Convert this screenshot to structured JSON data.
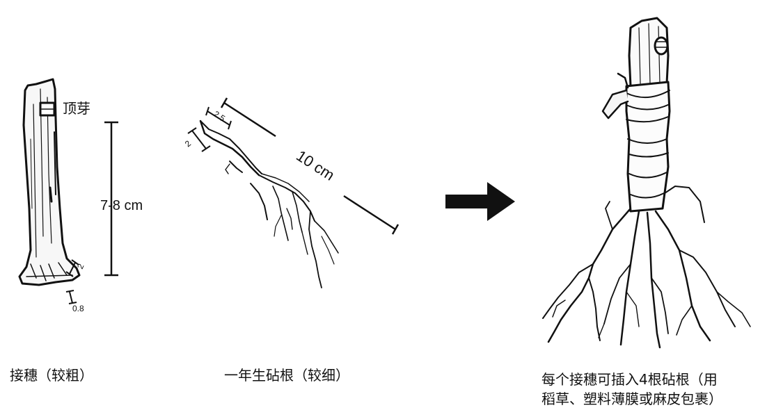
{
  "scion": {
    "bud_label": "顶芽",
    "length_label": "7-8 cm",
    "base_dim_a": "2",
    "base_dim_b": "0.8",
    "caption": "接穗（较粗）"
  },
  "rootstock": {
    "length_label": "10 cm",
    "tip_dim_a": "2.5",
    "tip_dim_b": "2",
    "caption": "一年生砧根（较细）"
  },
  "result": {
    "caption_line1": "每个接穗可插入4根砧根（用",
    "caption_line2": "稻草、塑料薄膜或麻皮包裹）"
  }
}
